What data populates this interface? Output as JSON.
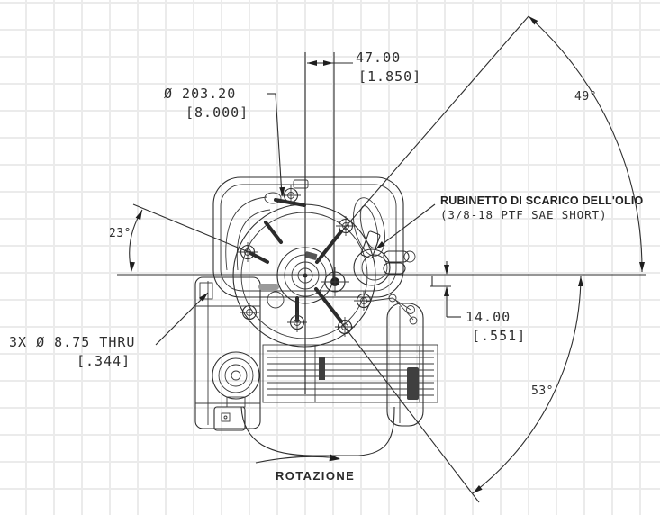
{
  "drawing": {
    "type": "engine-installation-dimension-drawing",
    "labels": {
      "dim_47_mm": "47.00",
      "dim_47_in": "[1.850]",
      "dim_203_mm": "Ø 203.20",
      "dim_203_in": "[8.000]",
      "angle_49": "49°",
      "oil_drain_line1": "RUBINETTO DI SCARICO DELL'OLIO",
      "oil_drain_line2": "(3/8-18 PTF SAE SHORT)",
      "angle_23": "23°",
      "holes_line1": "3X Ø 8.75 THRU",
      "holes_line2": "[.344]",
      "dim_14_mm": "14.00",
      "dim_14_in": "[.551]",
      "angle_53": "53°",
      "rotation": "ROTAZIONE"
    },
    "colors": {
      "line": "#2e2e2e",
      "grid": "#ebebeb",
      "background": "#ffffff"
    }
  }
}
